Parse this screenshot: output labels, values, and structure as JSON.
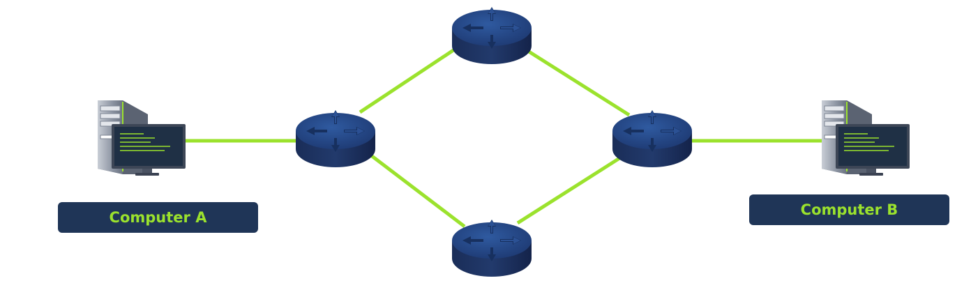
{
  "colors": {
    "link": "#9be22d",
    "label_bg": "#1f3557",
    "label_text": "#9be22d",
    "router_top": "#2a4d8f",
    "router_side": "#16264a",
    "computer_case": "#7a8290",
    "screen": "#1f3045"
  },
  "nodes": [
    {
      "id": "computer-a",
      "kind": "computer",
      "label": "Computer A",
      "icon": "desktop-computer-icon"
    },
    {
      "id": "computer-b",
      "kind": "computer",
      "label": "Computer B",
      "icon": "desktop-computer-icon"
    },
    {
      "id": "router-left",
      "kind": "router",
      "icon": "router-icon"
    },
    {
      "id": "router-top",
      "kind": "router",
      "icon": "router-icon"
    },
    {
      "id": "router-bottom",
      "kind": "router",
      "icon": "router-icon"
    },
    {
      "id": "router-right",
      "kind": "router",
      "icon": "router-icon"
    }
  ],
  "links": [
    [
      "computer-a",
      "router-left"
    ],
    [
      "router-left",
      "router-top"
    ],
    [
      "router-left",
      "router-bottom"
    ],
    [
      "router-top",
      "router-right"
    ],
    [
      "router-bottom",
      "router-right"
    ],
    [
      "router-right",
      "computer-b"
    ]
  ],
  "labels": {
    "computer_a": "Computer A",
    "computer_b": "Computer B"
  }
}
